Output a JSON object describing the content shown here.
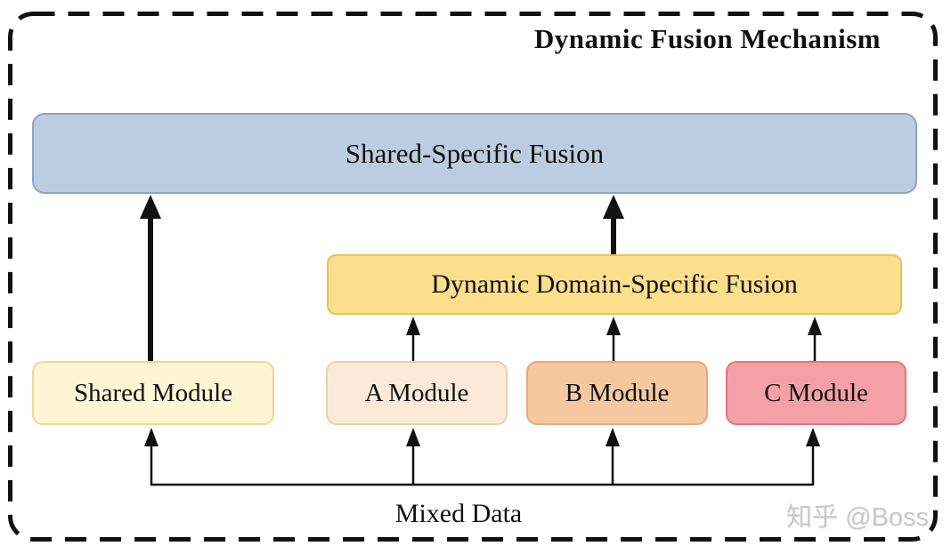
{
  "diagram": {
    "title": "Dynamic Fusion Mechanism",
    "nodes": {
      "shared_specific_fusion": {
        "label": "Shared-Specific Fusion",
        "fill": "#bccde1",
        "border": "#8fa5c6"
      },
      "dynamic_domain_specific_fusion": {
        "label": "Dynamic Domain-Specific Fusion",
        "fill": "#fbdf8d",
        "border": "#e8c452"
      },
      "shared_module": {
        "label": "Shared Module",
        "fill": "#fdf5d3",
        "border": "#efd794"
      },
      "a_module": {
        "label": "A Module",
        "fill": "#fbead8",
        "border": "#eccfa8"
      },
      "b_module": {
        "label": "B Module",
        "fill": "#f6c8a2",
        "border": "#e9a87c"
      },
      "c_module": {
        "label": "C Module",
        "fill": "#f3a1a6",
        "border": "#e3747e"
      }
    },
    "mixed_data_label": "Mixed Data",
    "edges": [
      {
        "from": "shared_module",
        "to": "shared_specific_fusion",
        "style": "thick-arrow"
      },
      {
        "from": "dynamic_domain_specific_fusion",
        "to": "shared_specific_fusion",
        "style": "thick-arrow"
      },
      {
        "from": "a_module",
        "to": "dynamic_domain_specific_fusion",
        "style": "thin-arrow"
      },
      {
        "from": "b_module",
        "to": "dynamic_domain_specific_fusion",
        "style": "thin-arrow"
      },
      {
        "from": "c_module",
        "to": "dynamic_domain_specific_fusion",
        "style": "thin-arrow"
      },
      {
        "from": "mixed_data",
        "to": "shared_module",
        "style": "thin-arrow"
      },
      {
        "from": "mixed_data",
        "to": "a_module",
        "style": "thin-arrow"
      },
      {
        "from": "mixed_data",
        "to": "b_module",
        "style": "thin-arrow"
      },
      {
        "from": "mixed_data",
        "to": "c_module",
        "style": "thin-arrow"
      }
    ],
    "frame": {
      "stroke": "#111111",
      "style": "dashed"
    }
  },
  "watermark": {
    "text": "知乎 @Boss",
    "color": "#c8c8c8"
  }
}
